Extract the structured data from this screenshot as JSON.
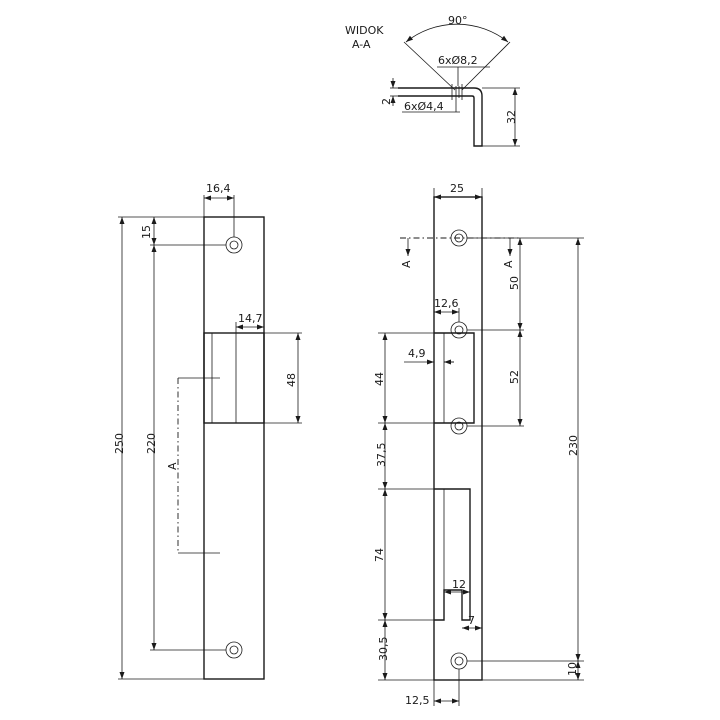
{
  "section_view": {
    "title_line1": "WIDOK",
    "title_line2": "A-A",
    "angle": "90°",
    "countersink": "6xØ8,2",
    "hole": "6xØ4,4",
    "thickness": "2",
    "flange": "32"
  },
  "left_view": {
    "width": "16,4",
    "top_offset": "15",
    "overall_length": "250",
    "hole_spacing": "220",
    "section_label": "A",
    "cutout_depth": "14,7",
    "cutout_height": "48"
  },
  "right_view": {
    "width": "25",
    "section_left": "A",
    "section_right": "A",
    "to_first": "50",
    "cutout_width": "12,6",
    "inner_offset": "4,9",
    "slot_height": "52",
    "upper_span": "44",
    "mid_span": "37,5",
    "lower_slot": "74",
    "notch_width": "12",
    "notch_depth": "7",
    "bottom_span": "30,5",
    "overall": "230",
    "bottom_offset": "10",
    "bottom_width": "12,5"
  }
}
